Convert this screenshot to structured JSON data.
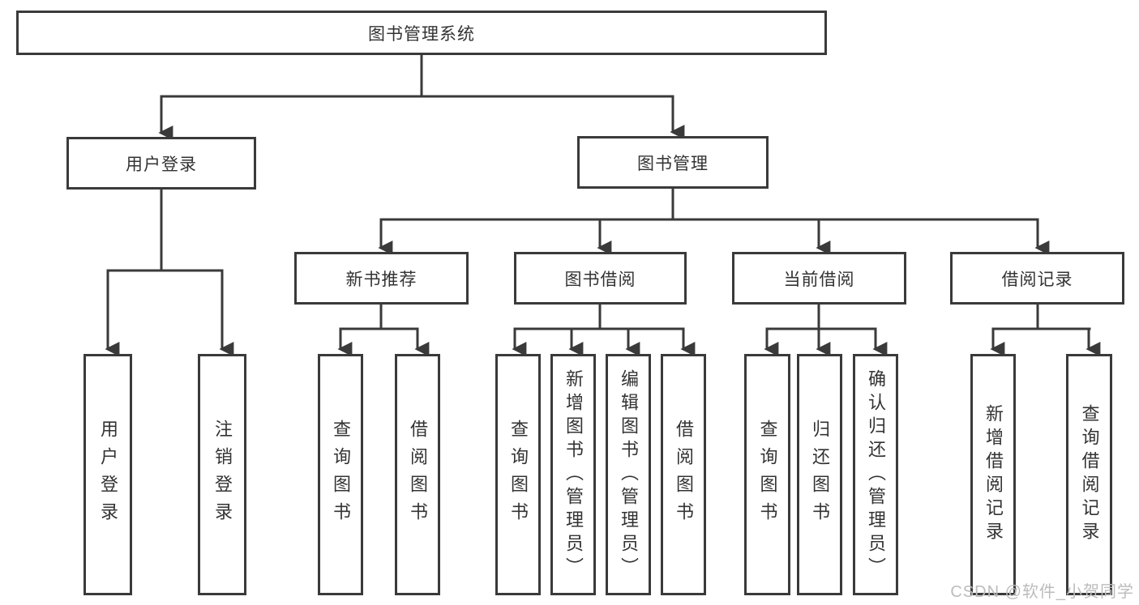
{
  "root_label": "图书管理系统",
  "branches": {
    "user_login": {
      "label": "用户登录",
      "leaves": [
        "用户登录",
        "注销登录"
      ]
    },
    "book_mgmt": {
      "label": "图书管理",
      "groups": [
        {
          "label": "新书推荐",
          "leaves": [
            "查询图书",
            "借阅图书"
          ]
        },
        {
          "label": "图书借阅",
          "leaves": [
            "查询图书",
            "新增图书（管理员）",
            "编辑图书（管理员）",
            "借阅图书"
          ]
        },
        {
          "label": "当前借阅",
          "leaves": [
            "查询图书",
            "归还图书",
            "确认归还（管理员）"
          ]
        },
        {
          "label": "借阅记录",
          "leaves": [
            "新增借阅记录",
            "查询借阅记录"
          ]
        }
      ]
    }
  },
  "watermark": "CSDN @软件_小贺同学",
  "colors": {
    "line": "#3a3a3a",
    "text": "#333333",
    "watermark": "#bcbcbc",
    "background": "#ffffff"
  }
}
